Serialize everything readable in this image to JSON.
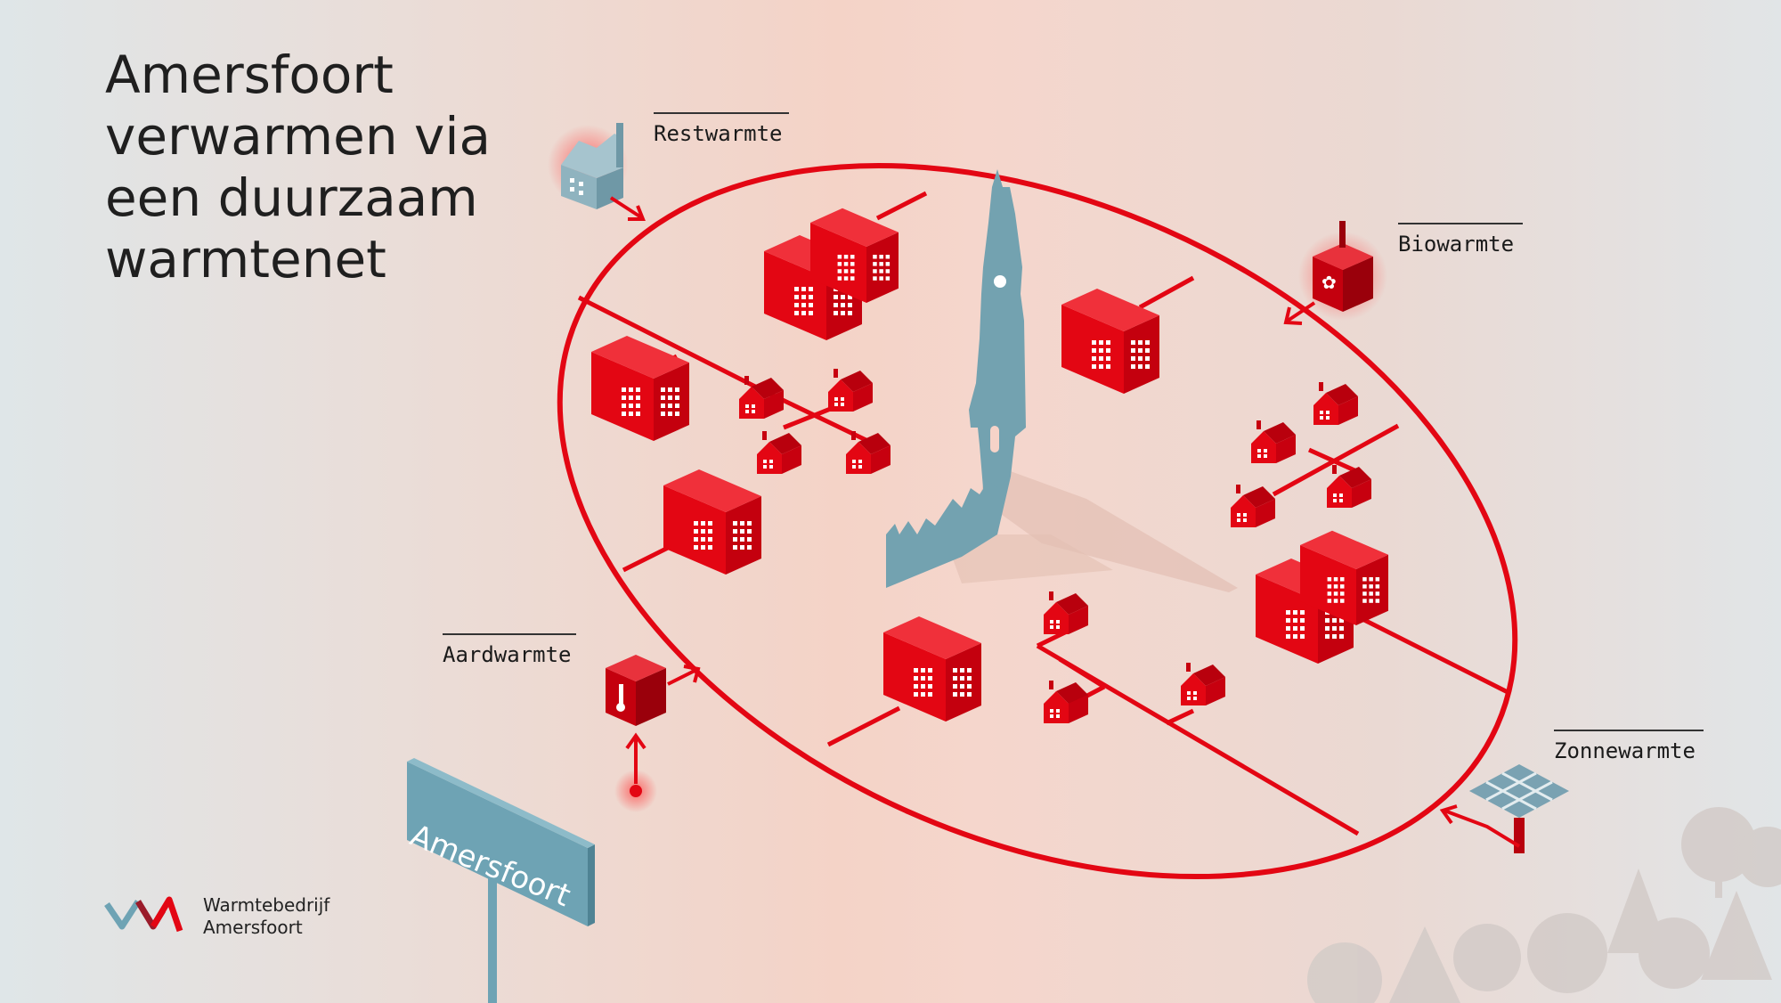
{
  "title": {
    "line1": "Amersfoort",
    "line2": "verwarmen via",
    "line3": "een duurzaam",
    "line4": "warmtenet"
  },
  "sources": {
    "restwarmte": "Restwarmte",
    "biowarmte": "Biowarmte",
    "aardwarmte": "Aardwarmte",
    "zonnewarmte": "Zonnewarmte"
  },
  "sign": "Amersfoort",
  "brand": {
    "line1": "Warmtebedrijf",
    "line2": "Amersfoort"
  },
  "colors": {
    "network_red": "#e30613",
    "tower_blue": "#73a2b0",
    "sign_blue": "#6ea3b4",
    "tree_grey": "#cfc7c4"
  }
}
